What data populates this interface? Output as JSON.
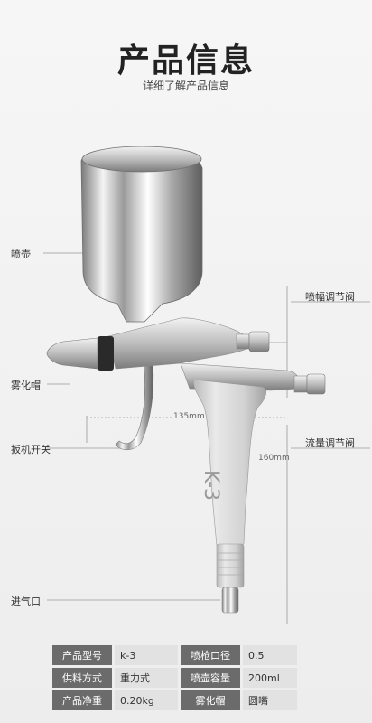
{
  "header": {
    "title": "产品信息",
    "subtitle": "详细了解产品信息"
  },
  "callouts": {
    "pot": "喷壶",
    "spray_cap": "雾化帽",
    "trigger": "扳机开关",
    "air_inlet": "进气口",
    "fan_valve": "喷幅调节阀",
    "flow_valve": "流量调节阀"
  },
  "dimensions": {
    "width": "135mm",
    "height": "160mm"
  },
  "gun_marking": "K-3",
  "specs": [
    {
      "k1": "产品型号",
      "v1": "k-3",
      "k2": "喷枪口径",
      "v2": "0.5"
    },
    {
      "k1": "供料方式",
      "v1": "重力式",
      "k2": "喷壶容量",
      "v2": "200ml"
    },
    {
      "k1": "产品净重",
      "v1": "0.20kg",
      "k2": "雾化帽",
      "v2": "圆嘴"
    }
  ],
  "colors": {
    "title": "#222222",
    "spec_key_bg": "#6b6b6b",
    "spec_value_bg": "#e2e2e2",
    "metal": "#c8c8c8"
  }
}
